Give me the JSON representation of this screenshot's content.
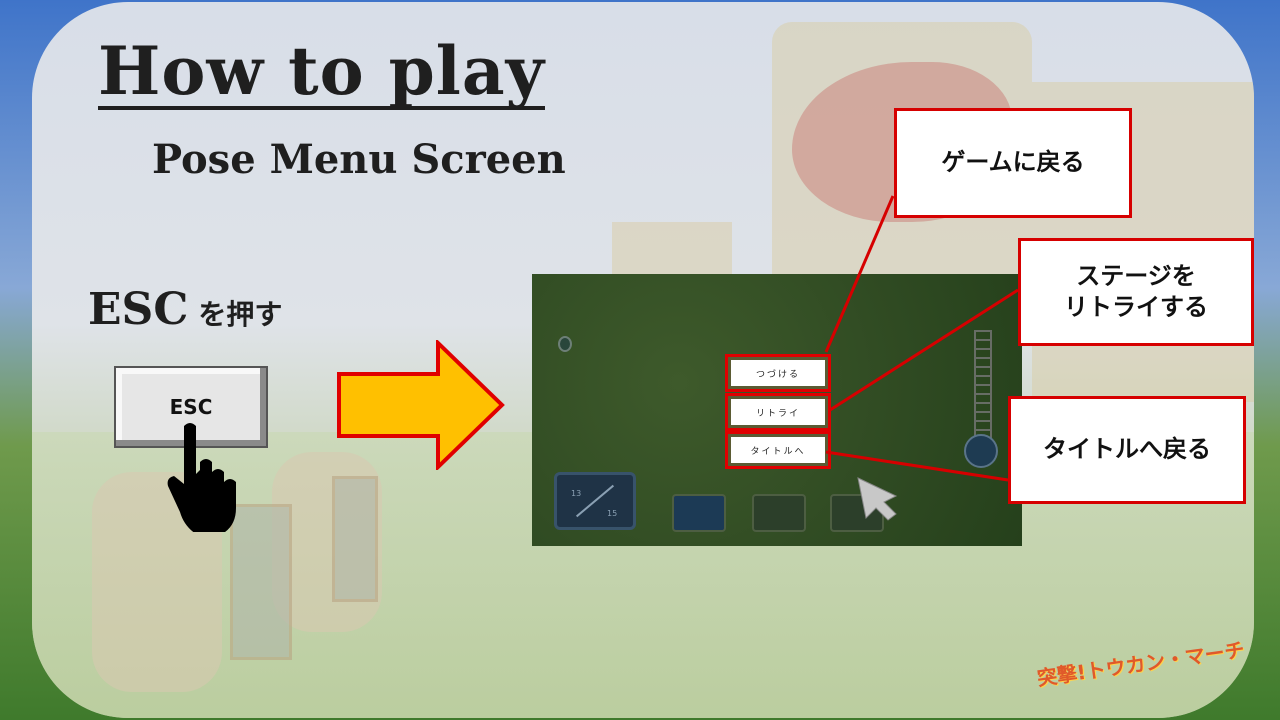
{
  "title": "How to play",
  "subtitle": "Pose Menu Screen",
  "instruction": {
    "key": "ESC",
    "text": "を押す"
  },
  "esc_key_label": "ESC",
  "game_menu": {
    "continue": "つづける",
    "retry": "リトライ",
    "to_title": "タイトルへ"
  },
  "game_hud": {
    "big_top": "13",
    "big_bottom": "15"
  },
  "callouts": {
    "return_game": "ゲームに戻る",
    "retry_line1": "ステージを",
    "retry_line2": "リトライする",
    "return_title": "タイトルへ戻る"
  },
  "colors": {
    "accent_red": "#d60000",
    "arrow_fill": "#ffc000",
    "arrow_stroke": "#e00000"
  },
  "logo_text": "突撃!トウカン・マーチ"
}
